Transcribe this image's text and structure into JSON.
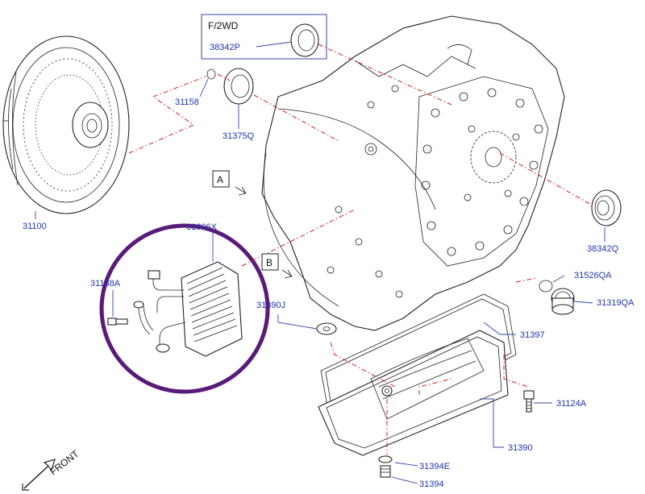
{
  "callouts": {
    "a": "A",
    "b": "B"
  },
  "fwd_box": {
    "title": "F/2WD",
    "part": "38342P"
  },
  "parts": {
    "p31100": "31100",
    "p31158": "31158",
    "p31375q": "31375Q",
    "p38342q": "38342Q",
    "p31606x": "31606X",
    "p31188a": "31188A",
    "p31390j": "31390J",
    "p31526qa": "31526QA",
    "p31319qa": "31319QA",
    "p31397": "31397",
    "p31124a": "31124A",
    "p31390": "31390",
    "p31394e": "31394E",
    "p31394": "31394"
  },
  "front_label": "FRONT",
  "colors": {
    "label": "#2233aa",
    "dash": "#d42020",
    "highlight": "#5a1a7a",
    "line": "#222222"
  }
}
